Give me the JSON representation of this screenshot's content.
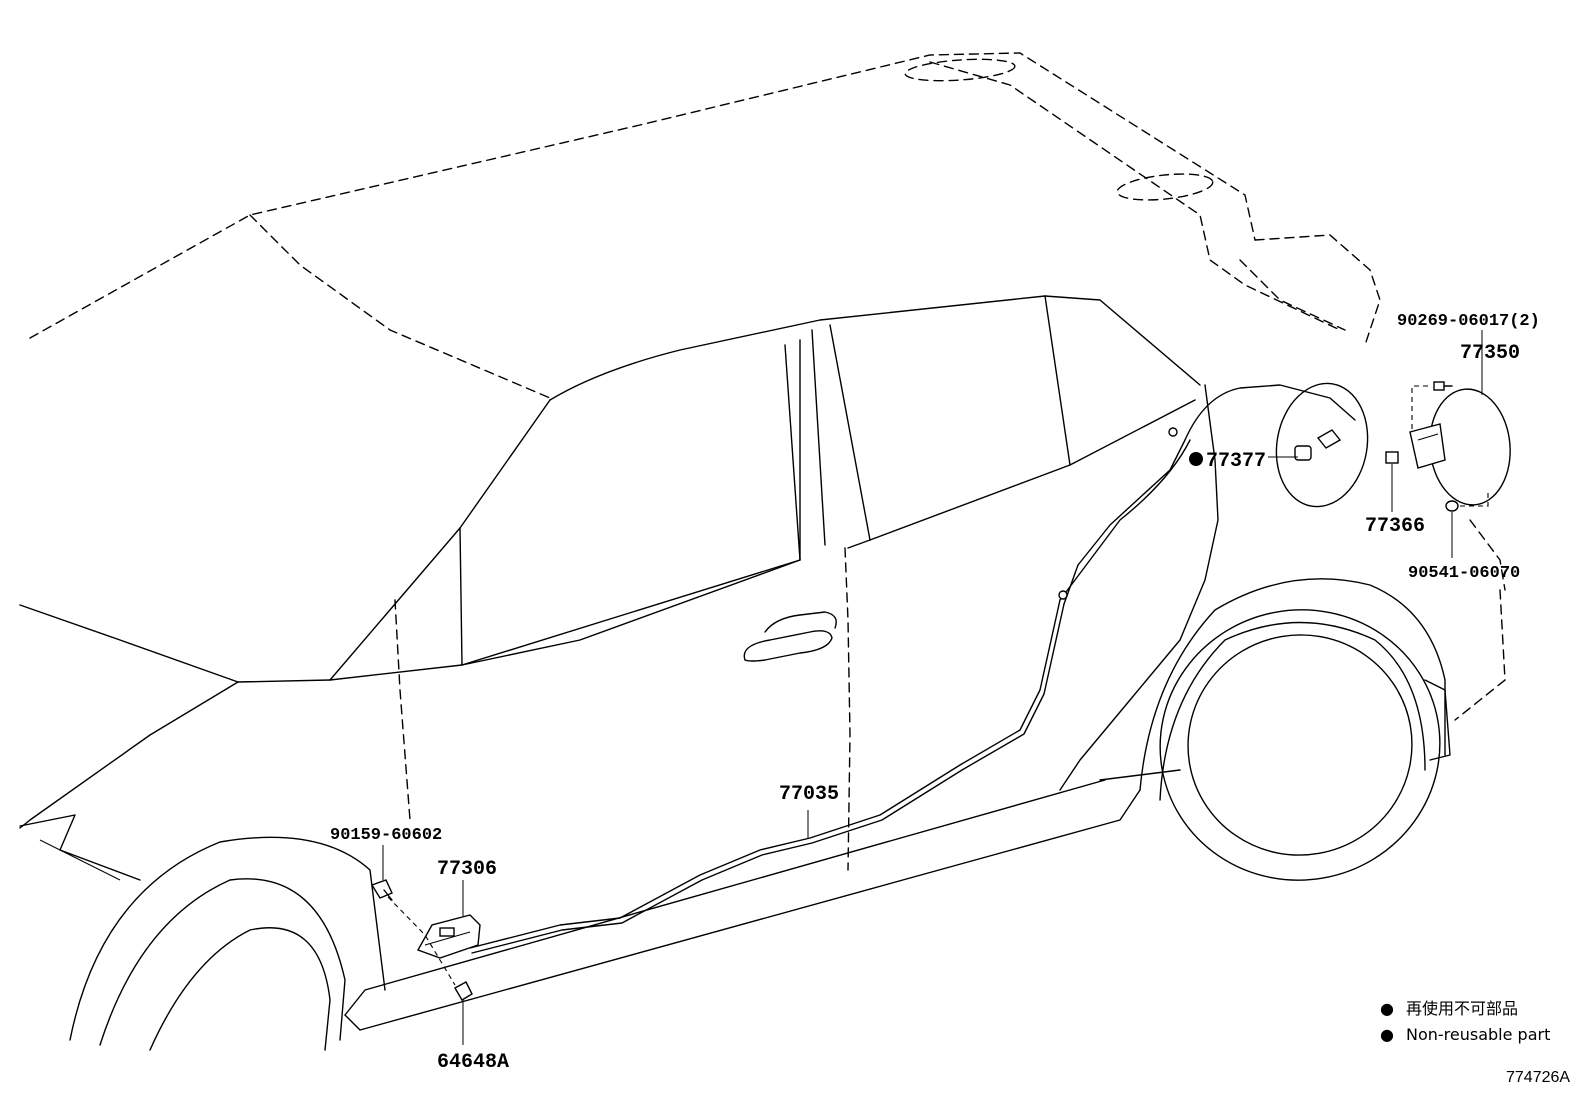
{
  "callouts": [
    {
      "id": "p90269",
      "text": "90269-06017(2)",
      "non_reusable": false
    },
    {
      "id": "p77350",
      "text": "77350",
      "non_reusable": false
    },
    {
      "id": "p77377",
      "text": "77377",
      "non_reusable": true
    },
    {
      "id": "p77366",
      "text": "77366",
      "non_reusable": false
    },
    {
      "id": "p90541",
      "text": "90541-06070",
      "non_reusable": false
    },
    {
      "id": "p77035",
      "text": "77035",
      "non_reusable": false
    },
    {
      "id": "p90159",
      "text": "90159-60602",
      "non_reusable": false
    },
    {
      "id": "p77306",
      "text": "77306",
      "non_reusable": false
    },
    {
      "id": "p64648",
      "text": "64648A",
      "non_reusable": false
    }
  ],
  "legend": [
    {
      "marker": "●",
      "text": "再使用不可部品"
    },
    {
      "marker": "●",
      "text": "Non-reusable part"
    }
  ],
  "reference_number": "774726A",
  "colors": {
    "line": "#000000",
    "background": "#ffffff"
  }
}
